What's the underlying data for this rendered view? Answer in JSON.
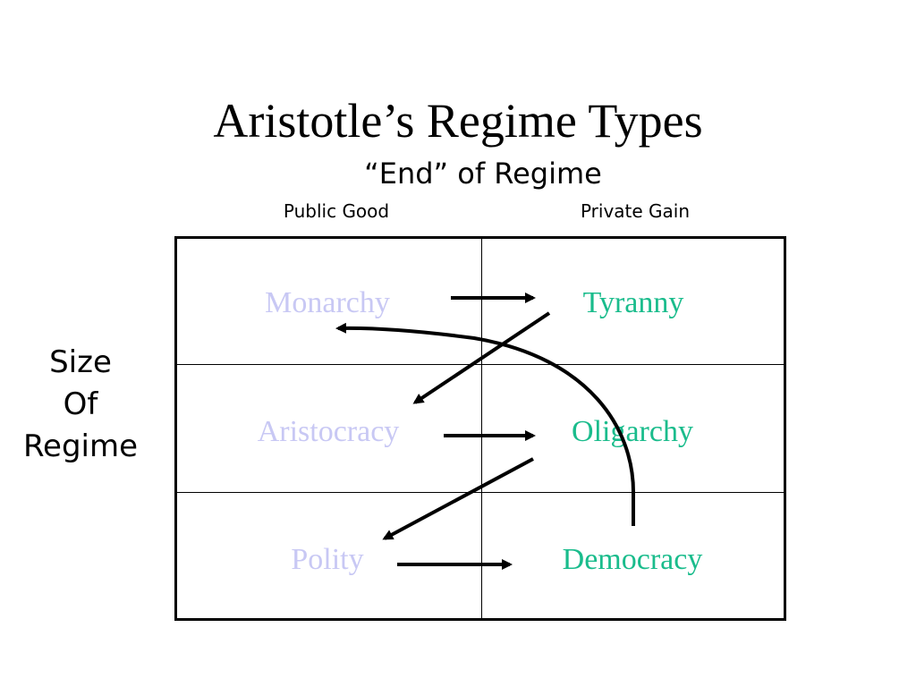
{
  "slide": {
    "title": "Aristotle’s Regime Types",
    "subtitle": "“End” of Regime",
    "columns": [
      "Public Good",
      "Private Gain"
    ],
    "row_axis": [
      "Size",
      "Of",
      "Regime"
    ],
    "cells": {
      "monarchy": "Monarchy",
      "tyranny": "Tyranny",
      "aristocracy": "Aristocracy",
      "oligarchy": "Oligarchy",
      "polity": "Polity",
      "democracy": "Democracy"
    },
    "colors": {
      "good_form": "#c8c8f4",
      "corrupt_form": "#1abc8c",
      "ink": "#000000"
    }
  }
}
